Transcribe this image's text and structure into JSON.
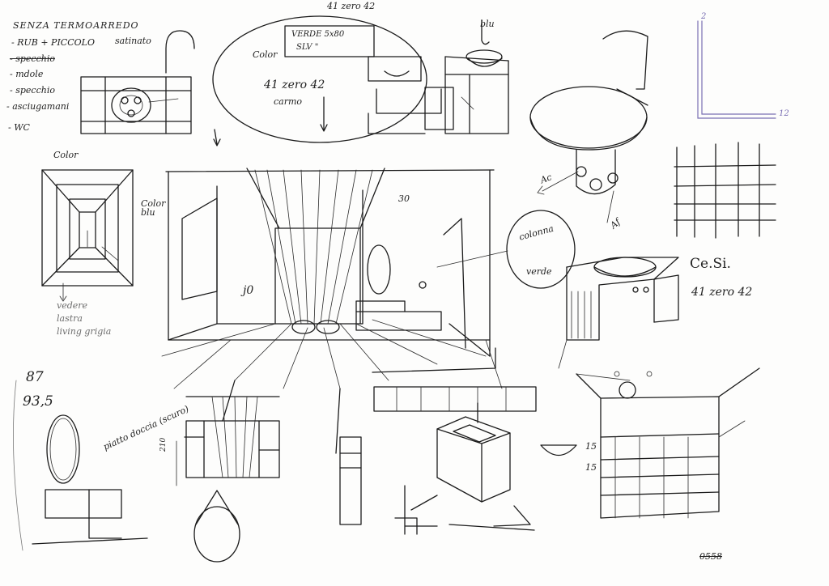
{
  "notes": {
    "title": "SENZA TERMOARREDO",
    "list": [
      "- RUB + PICCOLO",
      "- specchio",
      "- mdole",
      "- specchio",
      "- asciugamani",
      "- WC"
    ],
    "list_aside": "satinato",
    "top_label": "41 zero 42",
    "box_line1": "VERDE 5x80",
    "box_line2": "SLV \"",
    "color_label": "Color",
    "bubble_text1": "41 zero 42",
    "bubble_text2": "carmo",
    "bl_label": "blu",
    "colors_bl": "Color blu",
    "corridor_color": "Color",
    "vedere": "vedere",
    "lastra": "lastra",
    "living": "living grigia",
    "dim_87": "87",
    "dim_935": "93,5",
    "plate_label": "piatto doccia (scuro)",
    "height_label": "210",
    "small_30": "30",
    "colonna": "colonna",
    "verde": "verde",
    "ac": "Ac",
    "af": "Af",
    "cesi": "Ce.Si.",
    "zero_bottom": "41 zero 42",
    "num_15a": "15",
    "num_15b": "15",
    "bottom_right": "0558",
    "axis_top": "2",
    "axis_right": "12",
    "j0": "j0"
  }
}
